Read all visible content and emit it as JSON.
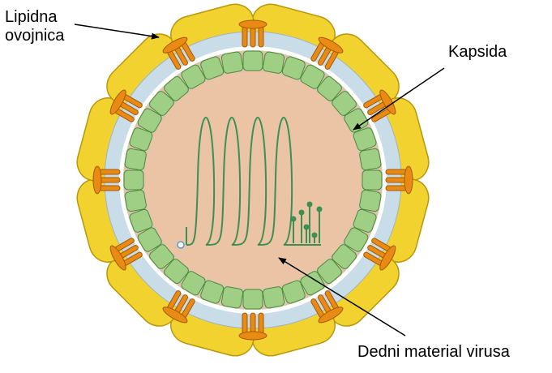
{
  "labels": {
    "lipid_envelope": {
      "line1": "Lipidna",
      "line2": "ovojnica"
    },
    "capsid": "Kapsida",
    "genetic_material": "Dedni material virusa"
  },
  "colors": {
    "envelope": "#f2d22e",
    "envelope_outline": "#b8980c",
    "protein_spike": "#e98a14",
    "matrix": "#c9dde8",
    "capsid_subunit": "#9fcf84",
    "capsid_outline": "#4e8a3c",
    "core": "#ebc4a6",
    "nucleic_acid": "#3d8f52"
  }
}
